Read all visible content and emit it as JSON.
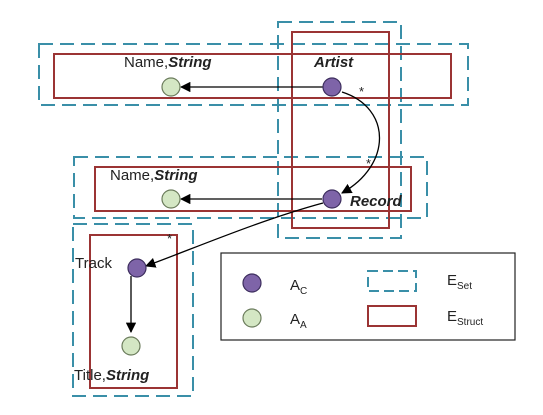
{
  "colors": {
    "set_border": "#3a8fa8",
    "struct_border": "#9b3434",
    "composite_fill": "#7e64a8",
    "composite_stroke": "#3d2e5e",
    "atomic_fill": "#d4e7c4",
    "atomic_stroke": "#6b7c5c",
    "edge": "#000000"
  },
  "nodes": {
    "artist": {
      "type_name": "Artist"
    },
    "artist_name": {
      "attr_name": "Name,",
      "attr_type": "String"
    },
    "record": {
      "type_name": "Record"
    },
    "record_name": {
      "attr_name": "Name,",
      "attr_type": "String"
    },
    "track": {
      "type_name": "Track"
    },
    "track_title": {
      "attr_name": "Title,",
      "attr_type": "String"
    }
  },
  "multiplicities": {
    "artist_record": "*",
    "record_track": "*",
    "artist_corner": "*"
  },
  "legend": {
    "composite": {
      "base": "A",
      "sub": "C"
    },
    "atomic": {
      "base": "A",
      "sub": "A"
    },
    "set": {
      "base": "E",
      "sub": "Set"
    },
    "struct": {
      "base": "E",
      "sub": "Struct"
    }
  }
}
